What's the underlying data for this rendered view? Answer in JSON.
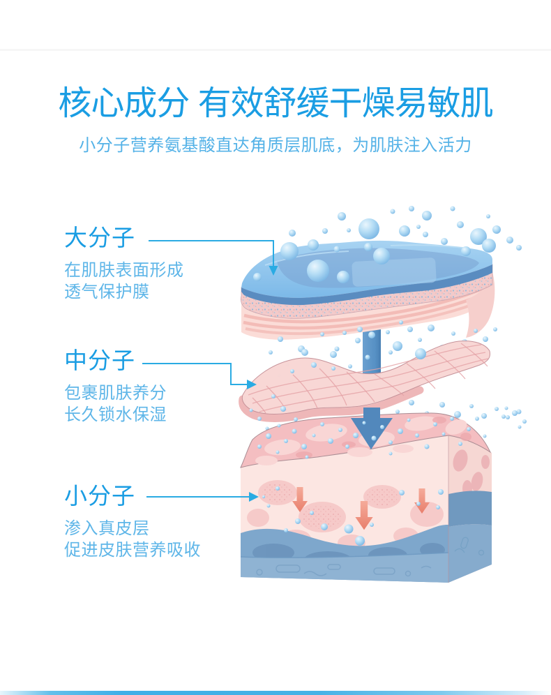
{
  "header": {
    "title": "核心成分 有效舒缓干燥易敏肌",
    "subtitle": "小分子营养氨基酸直达角质层肌底，为肌肤注入活力"
  },
  "annotations": [
    {
      "label": "大分子",
      "line1": "在肌肤表面形成",
      "line2": "透气保护膜"
    },
    {
      "label": "中分子",
      "line1": "包裹肌肤养分",
      "line2": "长久锁水保湿"
    },
    {
      "label": "小分子",
      "line1": "渗入真皮层",
      "line2": "促进皮肤营养吸收"
    }
  ],
  "diagram": {
    "layers": [
      "protective-film",
      "mid-molecule-layer",
      "dermis-block"
    ],
    "icons": {
      "droplet": "water-droplet-icon",
      "penetration": "down-arrow-icon",
      "nutrient": "nutrient-absorption-arrow-icon",
      "connector": "callout-arrow-icon"
    }
  },
  "colors": {
    "accent_blue": "#1a9de3",
    "light_text_blue": "#5fb6e8",
    "connector_blue": "#2aabe3",
    "film_blue": "#87c2ec",
    "film_rim_blue": "#5a8cc0",
    "layer_pink": "#f8d7d5",
    "block_pink": "#f4bdc0",
    "block_front_pink": "#fce6e2",
    "dermis_blue": "#7ea7cc",
    "base_blue": "#8fb3d3",
    "droplet_blue": "#74b2e2",
    "coral_arrow": "#ec8a77",
    "bottom_bar_blue": "#3fafe7"
  }
}
